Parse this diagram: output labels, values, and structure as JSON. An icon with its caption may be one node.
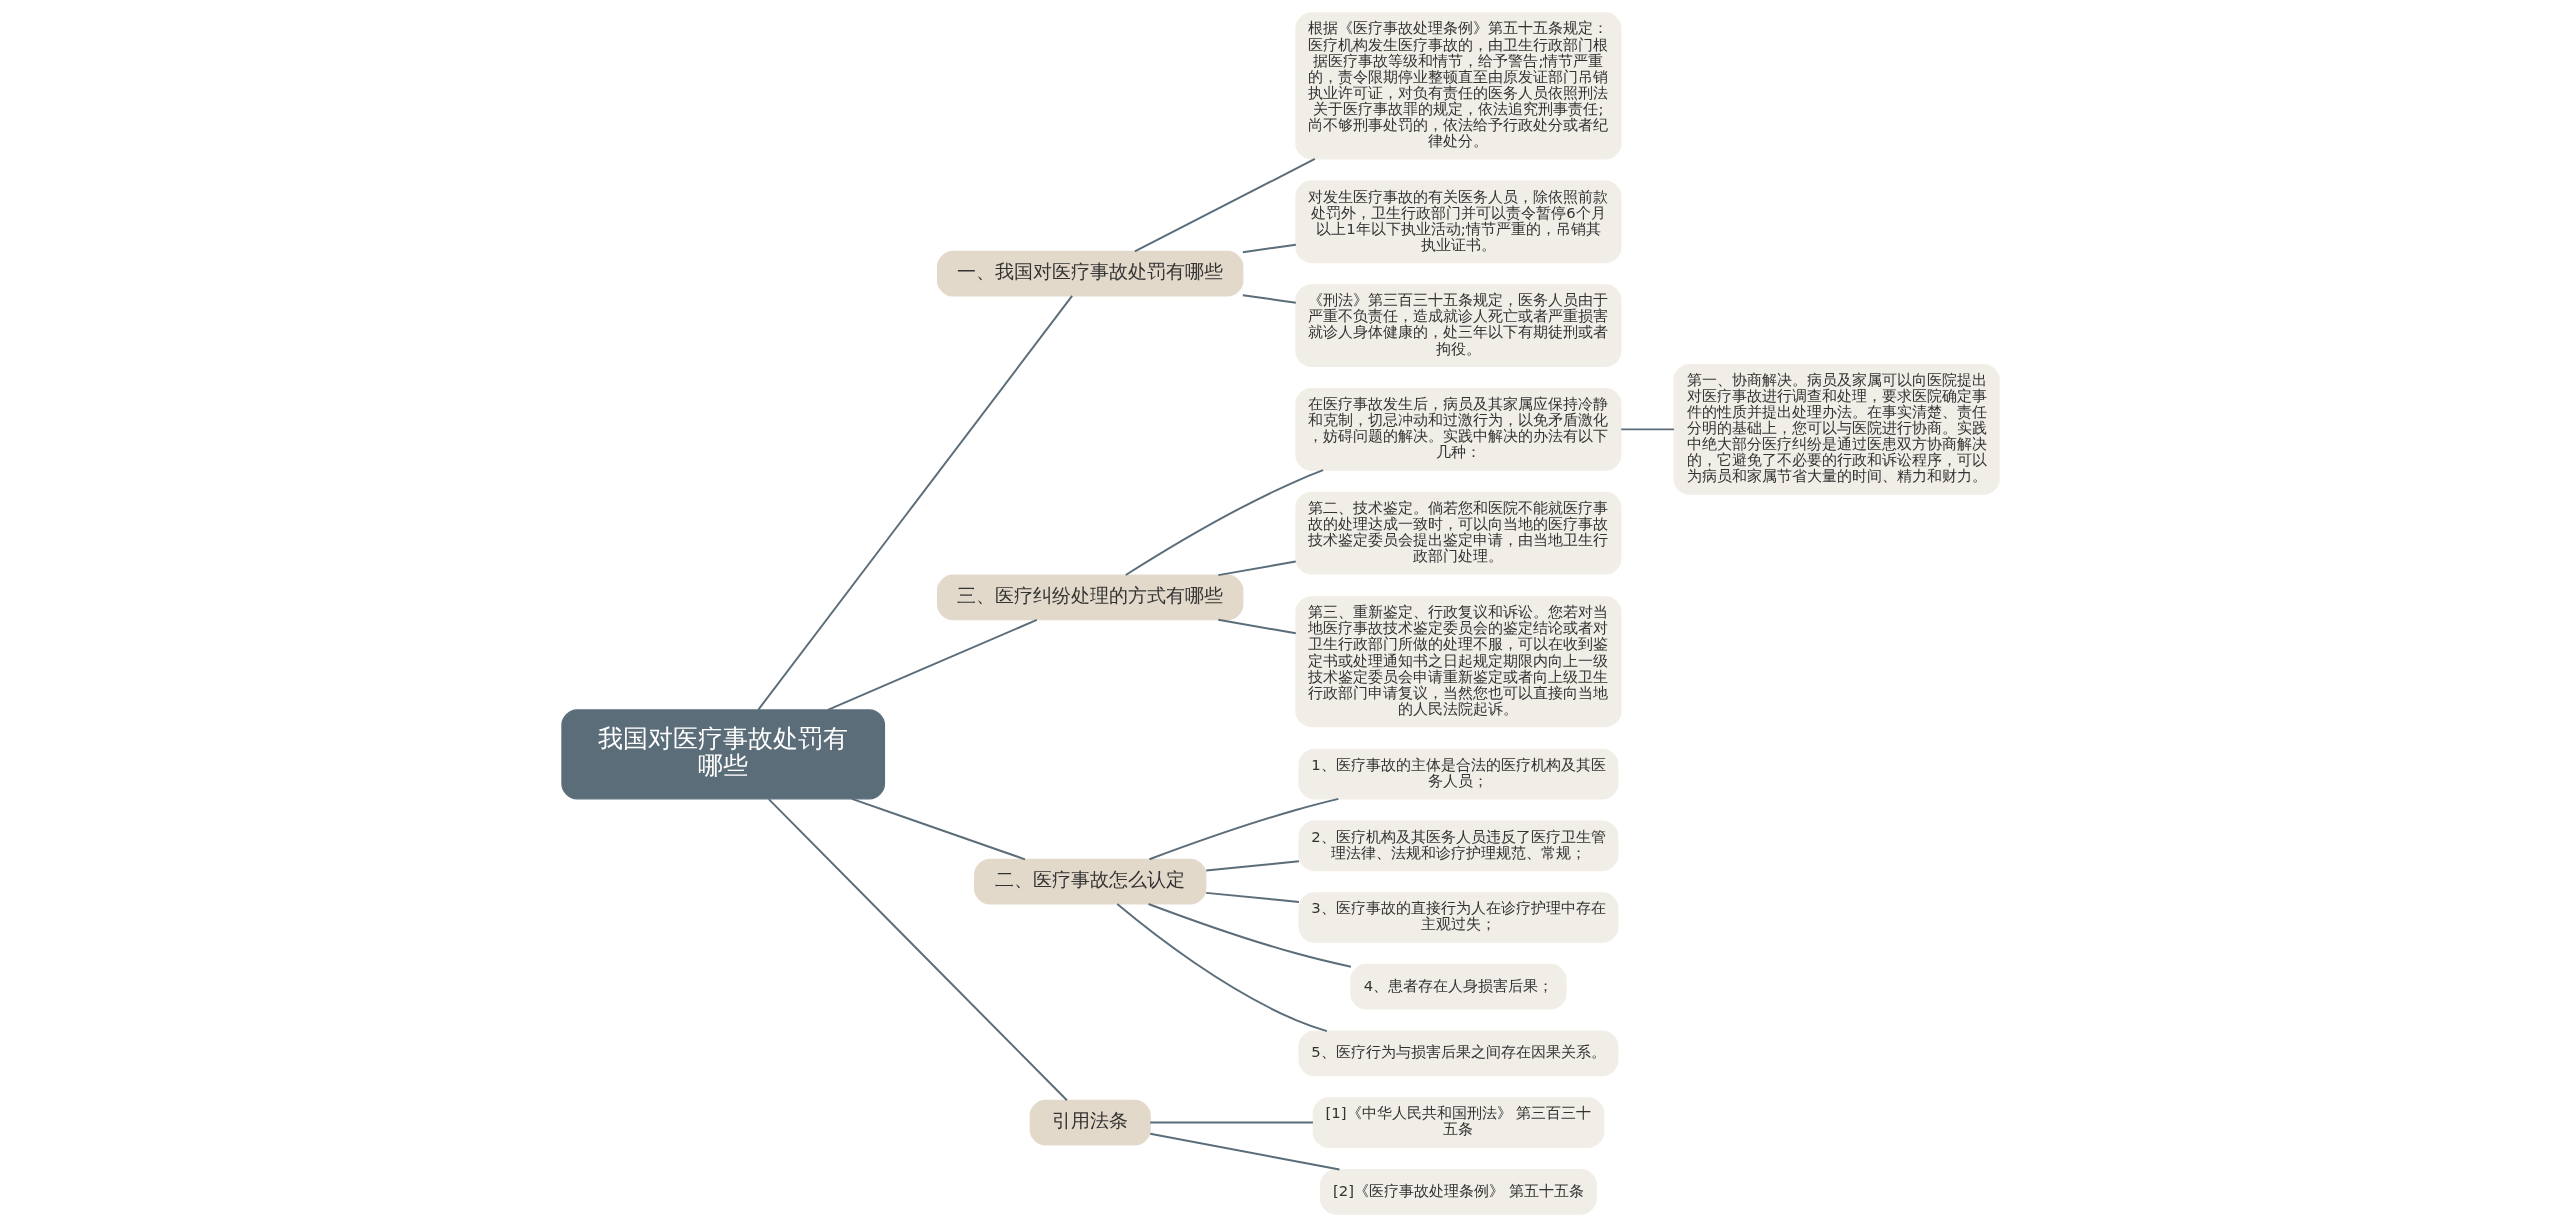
{
  "diagram": {
    "nodes": [
      {
        "text": [
          "我国对医疗事故处罚有哪些"
        ]
      },
      {
        "text": [
          "一、我国对医疗事故处罚有哪些"
        ]
      },
      {
        "text": [
          "根据《医疗事故处理条例》第五十五条规定：医疗机构发生医疗事故的，由卫生行政部门根据医疗事故等级和情节，给予警告;情节严重的，责令限期停业整顿直至由原发证部门吊销执业许可证，对负有责任的医务人员依照刑法关于医疗事故罪的规定，依法追究刑事责任;尚不够刑事处罚的，依法给予行政处分或者纪律处分。"
        ]
      },
      {
        "text": [
          "对发生医疗事故的有关医务人员，除依照前款处罚外，卫生行政部门并可以责令暂停6个月以上1年以下执业活动;情节严重的，吊销其执业证书。"
        ]
      },
      {
        "text": [
          "《刑法》第三百三十五条规定，医务人员由于严重不负责任，造成就诊人死亡或者严重损害就诊人身体健康的，处三年以下有期徒刑或者拘役。"
        ]
      },
      {
        "text": [
          "三、医疗纠纷处理的方式有哪些"
        ]
      },
      {
        "text": [
          "在医疗事故发生后，病员及其家属应保持冷静和克制，切忌冲动和过激行为，以免矛盾激化，妨碍问题的解决。实践中解决的办法有以下几种："
        ]
      },
      {
        "text": [
          "第一、协商解决。病员及家属可以向医院提出对医疗事故进行调查和处理，要求医院确定事件的性质并提出处理办法。在事实清楚、责任分明的基础上，您可以与医院进行协商。实践中绝大部分医疗纠纷是通过医患双方协商解决的，它避免了不必要的行政和诉讼程序，可以为病员和家属节省大量的时间、精力和财力。"
        ]
      },
      {
        "text": [
          "第二、技术鉴定。倘若您和医院不能就医疗事故的处理达成一致时，可以向当地的医疗事故技术鉴定委员会提出鉴定申请，由当地卫生行政部门处理。"
        ]
      },
      {
        "text": [
          "第三、重新鉴定、行政复议和诉讼。您若对当地医疗事故技术鉴定委员会的鉴定结论或者对卫生行政部门所做的处理不服，可以在收到鉴定书或处理通知书之日起规定期限内向上一级技术鉴定委员会申请重新鉴定或者向上级卫生行政部门申请复议，当然您也可以直接向当地的人民法院起诉。"
        ]
      },
      {
        "text": [
          "二、医疗事故怎么认定"
        ]
      },
      {
        "text": [
          "1、医疗事故的主体是合法的医疗机构及其医务人员；"
        ]
      },
      {
        "text": [
          "2、医疗机构及其医务人员违反了医疗卫生管理法律、法规和诊疗护理规范、常规；"
        ]
      },
      {
        "text": [
          "3、医疗事故的直接行为人在诊疗护理中存在主观过失；"
        ]
      },
      {
        "text": [
          "4、患者存在人身损害后果；"
        ]
      },
      {
        "text": [
          "5、医疗行为与损害后果之间存在因果关系。"
        ]
      },
      {
        "text": [
          "引用法条"
        ]
      },
      {
        "text": [
          "[1]《中华人民共和国刑法》 第三百三十五条"
        ]
      },
      {
        "text": [
          "[2]《医疗事故处理条例》 第五十五条"
        ]
      }
    ],
    "edges": [
      {
        "from": 0,
        "to": 1,
        "arrow": "none"
      },
      {
        "from": 1,
        "to": 2,
        "arrow": "none"
      },
      {
        "from": 1,
        "to": 3,
        "arrow": "none"
      },
      {
        "from": 1,
        "to": 4,
        "arrow": "none"
      },
      {
        "from": 0,
        "to": 5,
        "arrow": "none"
      },
      {
        "from": 5,
        "to": 6,
        "arrow": "none"
      },
      {
        "from": 6,
        "to": 7,
        "arrow": "none"
      },
      {
        "from": 5,
        "to": 8,
        "arrow": "none"
      },
      {
        "from": 5,
        "to": 9,
        "arrow": "none"
      },
      {
        "from": 0,
        "to": 10,
        "arrow": "none"
      },
      {
        "from": 10,
        "to": 11,
        "arrow": "none"
      },
      {
        "from": 10,
        "to": 12,
        "arrow": "none"
      },
      {
        "from": 10,
        "to": 13,
        "arrow": "none"
      },
      {
        "from": 10,
        "to": 14,
        "arrow": "none"
      },
      {
        "from": 10,
        "to": 15,
        "arrow": "none"
      },
      {
        "from": 0,
        "to": 16,
        "arrow": "none"
      },
      {
        "from": 16,
        "to": 17,
        "arrow": "none"
      },
      {
        "from": 16,
        "to": 18,
        "arrow": "none"
      }
    ]
  }
}
